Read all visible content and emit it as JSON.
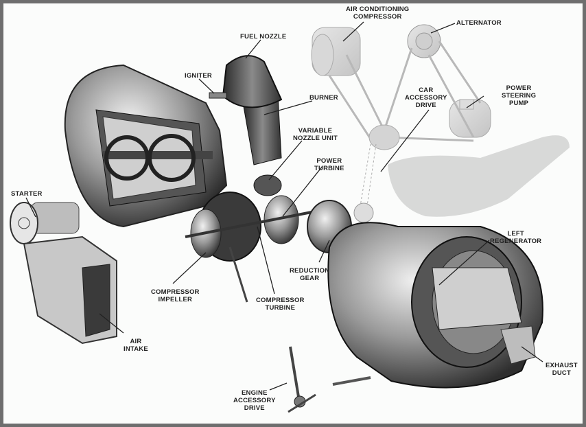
{
  "diagram": {
    "subject": "Exploded view of automotive gas turbine engine",
    "labels": {
      "ac_compressor": "AIR CONDITIONING\nCOMPRESSOR",
      "alternator": "ALTERNATOR",
      "fuel_nozzle": "FUEL NOZZLE",
      "igniter": "IGNITER",
      "burner": "BURNER",
      "car_accessory_drive": "CAR\nACCESSORY\nDRIVE",
      "power_steering_pump": "POWER\nSTEERING\nPUMP",
      "variable_nozzle_unit": "VARIABLE\nNOZZLE UNIT",
      "power_turbine": "POWER\nTURBINE",
      "starter": "STARTER",
      "left_regenerator": "LEFT\nREGENERATOR",
      "reduction_gear": "REDUCTION\nGEAR",
      "compressor_impeller": "COMPRESSOR\nIMPELLER",
      "compressor_turbine": "COMPRESSOR\nTURBINE",
      "air_intake": "AIR\nINTAKE",
      "exhaust_duct": "EXHAUST\nDUCT",
      "engine_accessory_drive": "ENGINE\nACCESSORY\nDRIVE"
    }
  }
}
